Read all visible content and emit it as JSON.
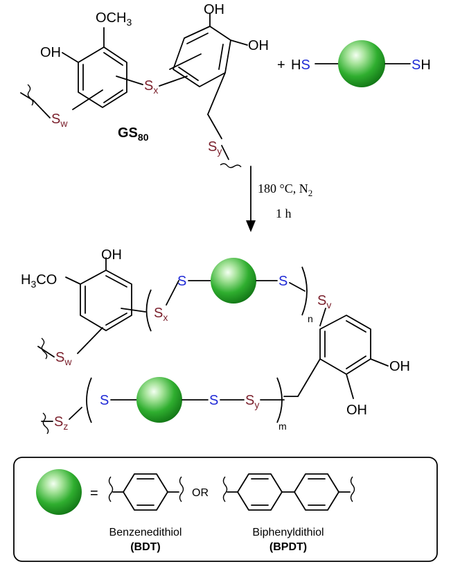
{
  "reactants": {
    "compound_label": "GS",
    "compound_label_sub": "80",
    "plus": "+",
    "dithiol_left": "HS",
    "dithiol_right": "SH",
    "ome": "OCH",
    "ome_sub": "3",
    "oh": "OH",
    "s": "S",
    "sub_w": "w",
    "sub_x": "x",
    "sub_y": "y"
  },
  "conditions": {
    "line1_prefix": "180 °C, N",
    "line1_sub": "2",
    "line2": "1 h"
  },
  "product": {
    "meo_prefix": "H",
    "meo_sub": "3",
    "meo_suffix": "CO",
    "oh": "OH",
    "s": "S",
    "sub_x": "x",
    "sub_v": "v",
    "sub_w": "w",
    "sub_y": "y",
    "sub_z": "z",
    "n": "n",
    "m": "m"
  },
  "legend": {
    "equals": "=",
    "or": "OR",
    "bdt_name": "Benzenedithiol",
    "bdt_abbr": "(BDT)",
    "bpdt_name": "Biphenyldithiol",
    "bpdt_abbr": "(BPDT)"
  },
  "colors": {
    "sulfur_red": "#7a1f2b",
    "sulfur_blue": "#1f2ad6",
    "sphere_green": "#1f9a1f"
  }
}
